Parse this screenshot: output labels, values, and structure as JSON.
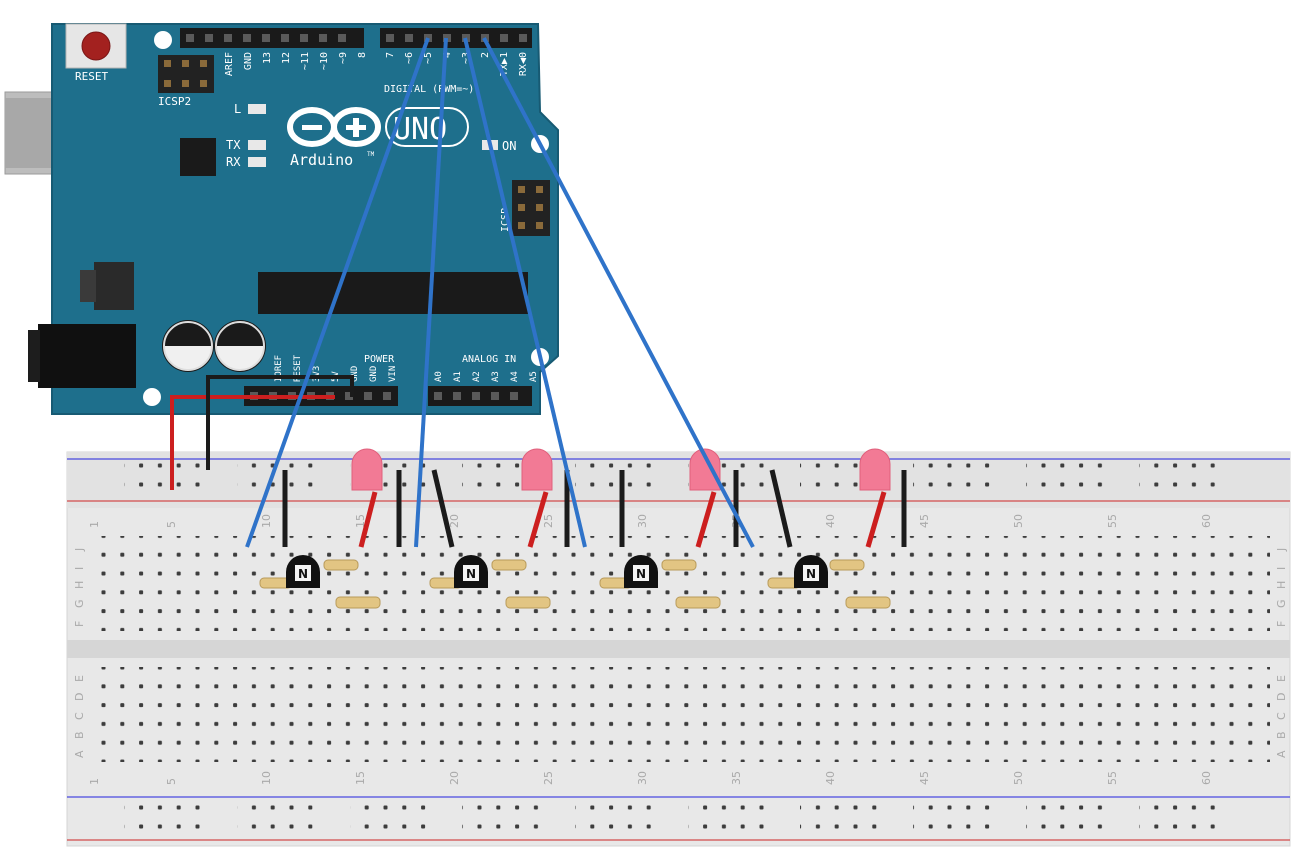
{
  "arduino": {
    "reset_label": "RESET",
    "icsp2_label": "ICSP2",
    "icsp_label": "ICSP",
    "led_l_label": "L",
    "led_tx_label": "TX",
    "led_rx_label": "RX",
    "on_label": "ON",
    "uno_label": "UNO",
    "brand_label": "Arduino",
    "tm_label": "TM",
    "digital_label": "DIGITAL (PWM=~)",
    "power_label": "POWER",
    "analog_label": "ANALOG IN",
    "header_top_left_pins": [
      "AREF",
      "GND",
      "13",
      "12",
      "~11",
      "~10",
      "~9",
      "8"
    ],
    "header_top_right_pins": [
      "7",
      "~6",
      "~5",
      "4",
      "~3",
      "2",
      "TX▶1",
      "RX◀0"
    ],
    "power_pins": [
      "IOREF",
      "RESET",
      "3V3",
      "5V",
      "GND",
      "GND",
      "VIN"
    ],
    "analog_pins": [
      "A0",
      "A1",
      "A2",
      "A3",
      "A4",
      "A5"
    ]
  },
  "breadboard": {
    "column_numbers": [
      "1",
      "5",
      "10",
      "15",
      "20",
      "25",
      "30",
      "35",
      "40",
      "45",
      "50",
      "55",
      "60"
    ],
    "row_letters_top": [
      "J",
      "I",
      "H",
      "G",
      "F"
    ],
    "row_letters_bottom": [
      "E",
      "D",
      "C",
      "B",
      "A"
    ]
  },
  "transistor_label": "N",
  "colors": {
    "board": "#1e6f8c",
    "board_edge": "#175a73",
    "wire_blue": "#2f73c9",
    "wire_red": "#cc1f1f",
    "wire_black": "#1b1b1b",
    "led": "#f27a95",
    "breadboard": "#e6e6e6",
    "rail_red": "#d24b4b",
    "rail_blue": "#4a4ae0",
    "connected_hole": "#46c26a"
  }
}
